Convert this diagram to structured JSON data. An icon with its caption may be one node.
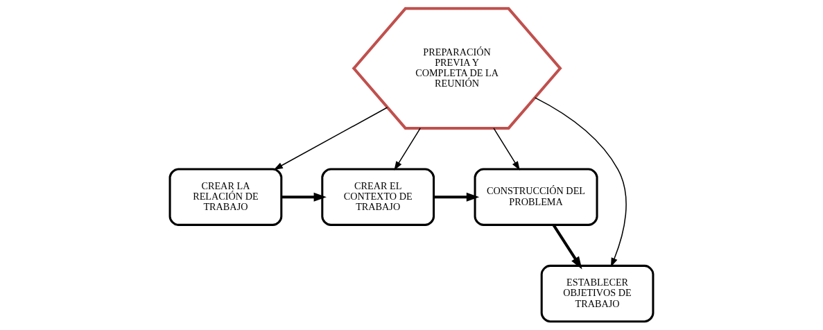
{
  "diagram": {
    "nodes": [
      {
        "text": [
          "CREAR LA RELACIÓN DE TRABAJO"
        ]
      },
      {
        "text": [
          "CREAR EL CONTEXTO DE TRABAJO"
        ]
      },
      {
        "text": [
          "CONSTRUCCIÓN DEL PROBLEMA"
        ]
      },
      {
        "text": [
          "ESTABLECER OBJETIVOS DE TRABAJO"
        ]
      },
      {
        "text": [
          "PREPARACIÓN PREVIA Y COMPLETA DE LA REUNIÓN"
        ]
      }
    ],
    "edges": [
      {
        "from": 0,
        "to": 1,
        "arrow": "to",
        "style": "thick"
      },
      {
        "from": 1,
        "to": 2,
        "arrow": "to",
        "style": "thick"
      },
      {
        "from": 2,
        "to": 3,
        "arrow": "to",
        "style": "thick"
      },
      {
        "from": 4,
        "to": 0,
        "arrow": "to"
      },
      {
        "from": 4,
        "to": 1,
        "arrow": "to"
      },
      {
        "from": 4,
        "to": 2,
        "arrow": "to"
      },
      {
        "from": 4,
        "to": 3,
        "arrow": "to"
      }
    ]
  }
}
